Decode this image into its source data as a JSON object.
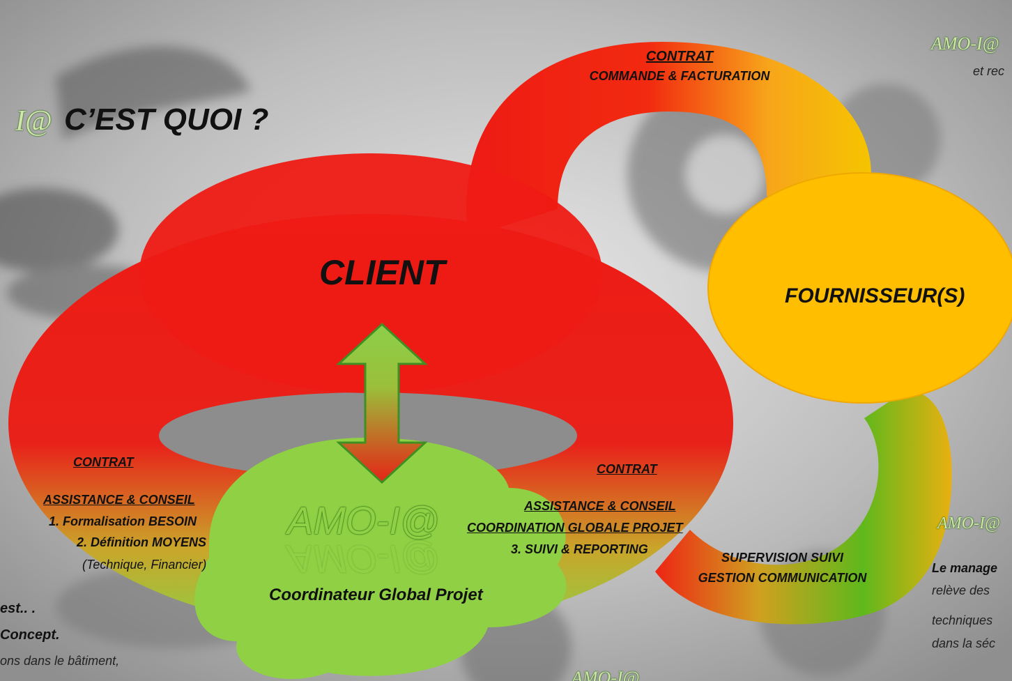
{
  "heading": {
    "brand_fragment": "I@",
    "text": "C’EST QUOI ?"
  },
  "top_right": {
    "brand": "AMO-I@",
    "tagline": "et rec"
  },
  "right_side": {
    "brand": "AMO-I@",
    "lines": [
      "Le manage",
      "relève des",
      "techniques",
      "dans la séc"
    ]
  },
  "bottom_left": {
    "lines": [
      "est.. .",
      "Concept.",
      "ons dans le bâtiment,"
    ]
  },
  "bottom_center_brand": "AMO-I@",
  "bottom_right_fragment": "...",
  "nodes": {
    "client": "CLIENT",
    "fournisseur": "FOURNISSEUR(S)",
    "amo_logo": "AMO-I@",
    "amo_subtitle": "Coordinateur Global Projet"
  },
  "contract_top": {
    "title": "CONTRAT",
    "subtitle": "COMMANDE & FACTURATION"
  },
  "contract_left": {
    "title": "CONTRAT",
    "heading": "ASSISTANCE & CONSEIL",
    "item1": "1.  Formalisation BESOIN",
    "item2": "2. Définition MOYENS",
    "note": "(Technique, Financier)"
  },
  "contract_right": {
    "title": "CONTRAT",
    "heading": "ASSISTANCE & CONSEIL",
    "heading2": "COORDINATION GLOBALE PROJET",
    "item3": "3. SUIVI & REPORTING"
  },
  "supervision": {
    "line1": "SUPERVISION SUIVI",
    "line2": "GESTION COMMUNICATION"
  },
  "colors": {
    "red": "#ee1b14",
    "orange": "#f5a100",
    "yellow": "#ffbf00",
    "green": "#8fd045",
    "arrow_green": "#8ccf4a",
    "arrow_red": "#e52416"
  }
}
